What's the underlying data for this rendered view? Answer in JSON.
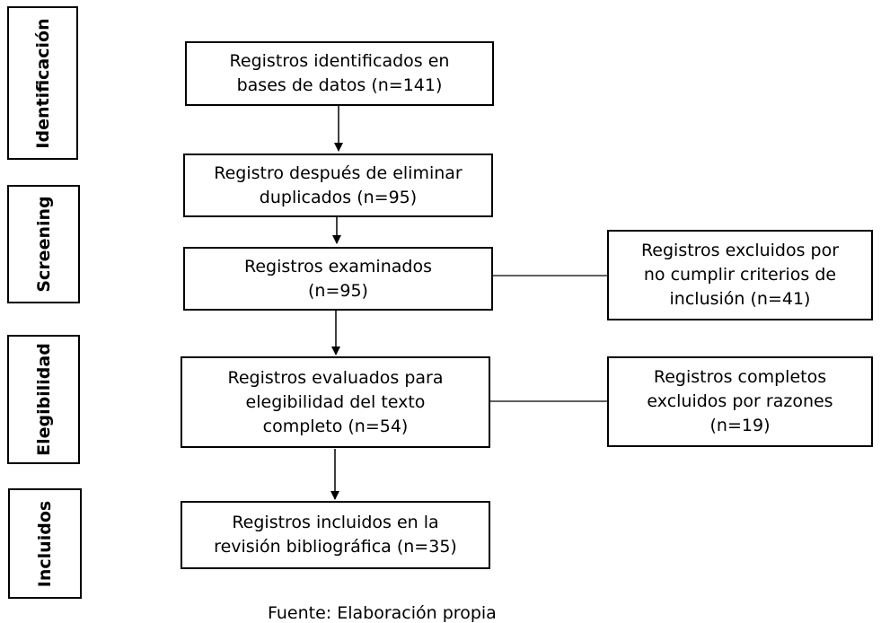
{
  "stages": {
    "identification": "Identificación",
    "screening": "Screening",
    "eligibility": "Elegibilidad",
    "included": "Incluidos"
  },
  "boxes": {
    "identified": [
      "Registros identificados en",
      "bases de datos (n=141)"
    ],
    "deduplicated": [
      "Registro después de eliminar",
      "duplicados (n=95)"
    ],
    "screened": [
      "Registros examinados",
      "(n=95)"
    ],
    "excluded_criteria": [
      "Registros excluidos por",
      "no cumplir criterios de",
      "inclusión (n=41)"
    ],
    "assessed": [
      "Registros evaluados para",
      "elegibilidad del texto",
      "completo (n=54)"
    ],
    "excluded_reasons": [
      "Registros completos",
      "excluidos por razones",
      "(n=19)"
    ],
    "included": [
      "Registros incluidos en la",
      "revisión bibliográfica (n=35)"
    ]
  },
  "footer": "Fuente: Elaboración propia"
}
